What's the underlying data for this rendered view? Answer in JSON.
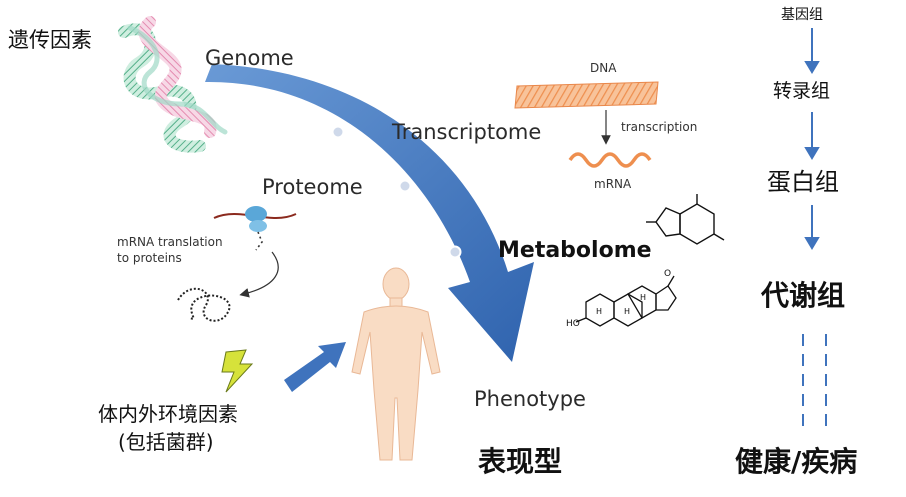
{
  "left_panel": {
    "genetic_factors": "遗传因素",
    "genome": "Genome",
    "transcriptome": "Transcriptome",
    "proteome": "Proteome",
    "metabolome": "Metabolome",
    "phenotype": "Phenotype",
    "phenotype_cn": "表现型",
    "mrna_translation_line1": "mRNA translation",
    "mrna_translation_line2": "to proteins",
    "dna": "DNA",
    "transcription": "transcription",
    "mrna": "mRNA",
    "environment_line1": "体内外环境因素",
    "environment_line2": "(包括菌群)",
    "hydroxyl_label": "HO",
    "ring_labels": [
      "H",
      "H",
      "H"
    ],
    "carbonyl_label": "O"
  },
  "right_panel": {
    "genome_cn": "基因组",
    "transcriptome_cn": "转录组",
    "proteome_cn": "蛋白组",
    "metabolome_cn": "代谢组",
    "health_disease": "健康/疾病"
  },
  "colors": {
    "arrow_blue": "#3f73bd",
    "arrow_blue_light": "#6a9ad6",
    "dna_green": "#55b08a",
    "dna_pink": "#e48bb0",
    "dna_band_orange": "#f3a46d",
    "lightning_yellow": "#d6e23a",
    "body_skin": "#f9dcc4",
    "protein_red": "#8b2a1e",
    "ribosome_blue": "#5aa7d8"
  },
  "icons": [
    "dna-helix-icon",
    "lightning-icon",
    "human-body-icon",
    "ribosome-icon",
    "uric-acid-molecule-icon",
    "steroid-molecule-icon"
  ]
}
